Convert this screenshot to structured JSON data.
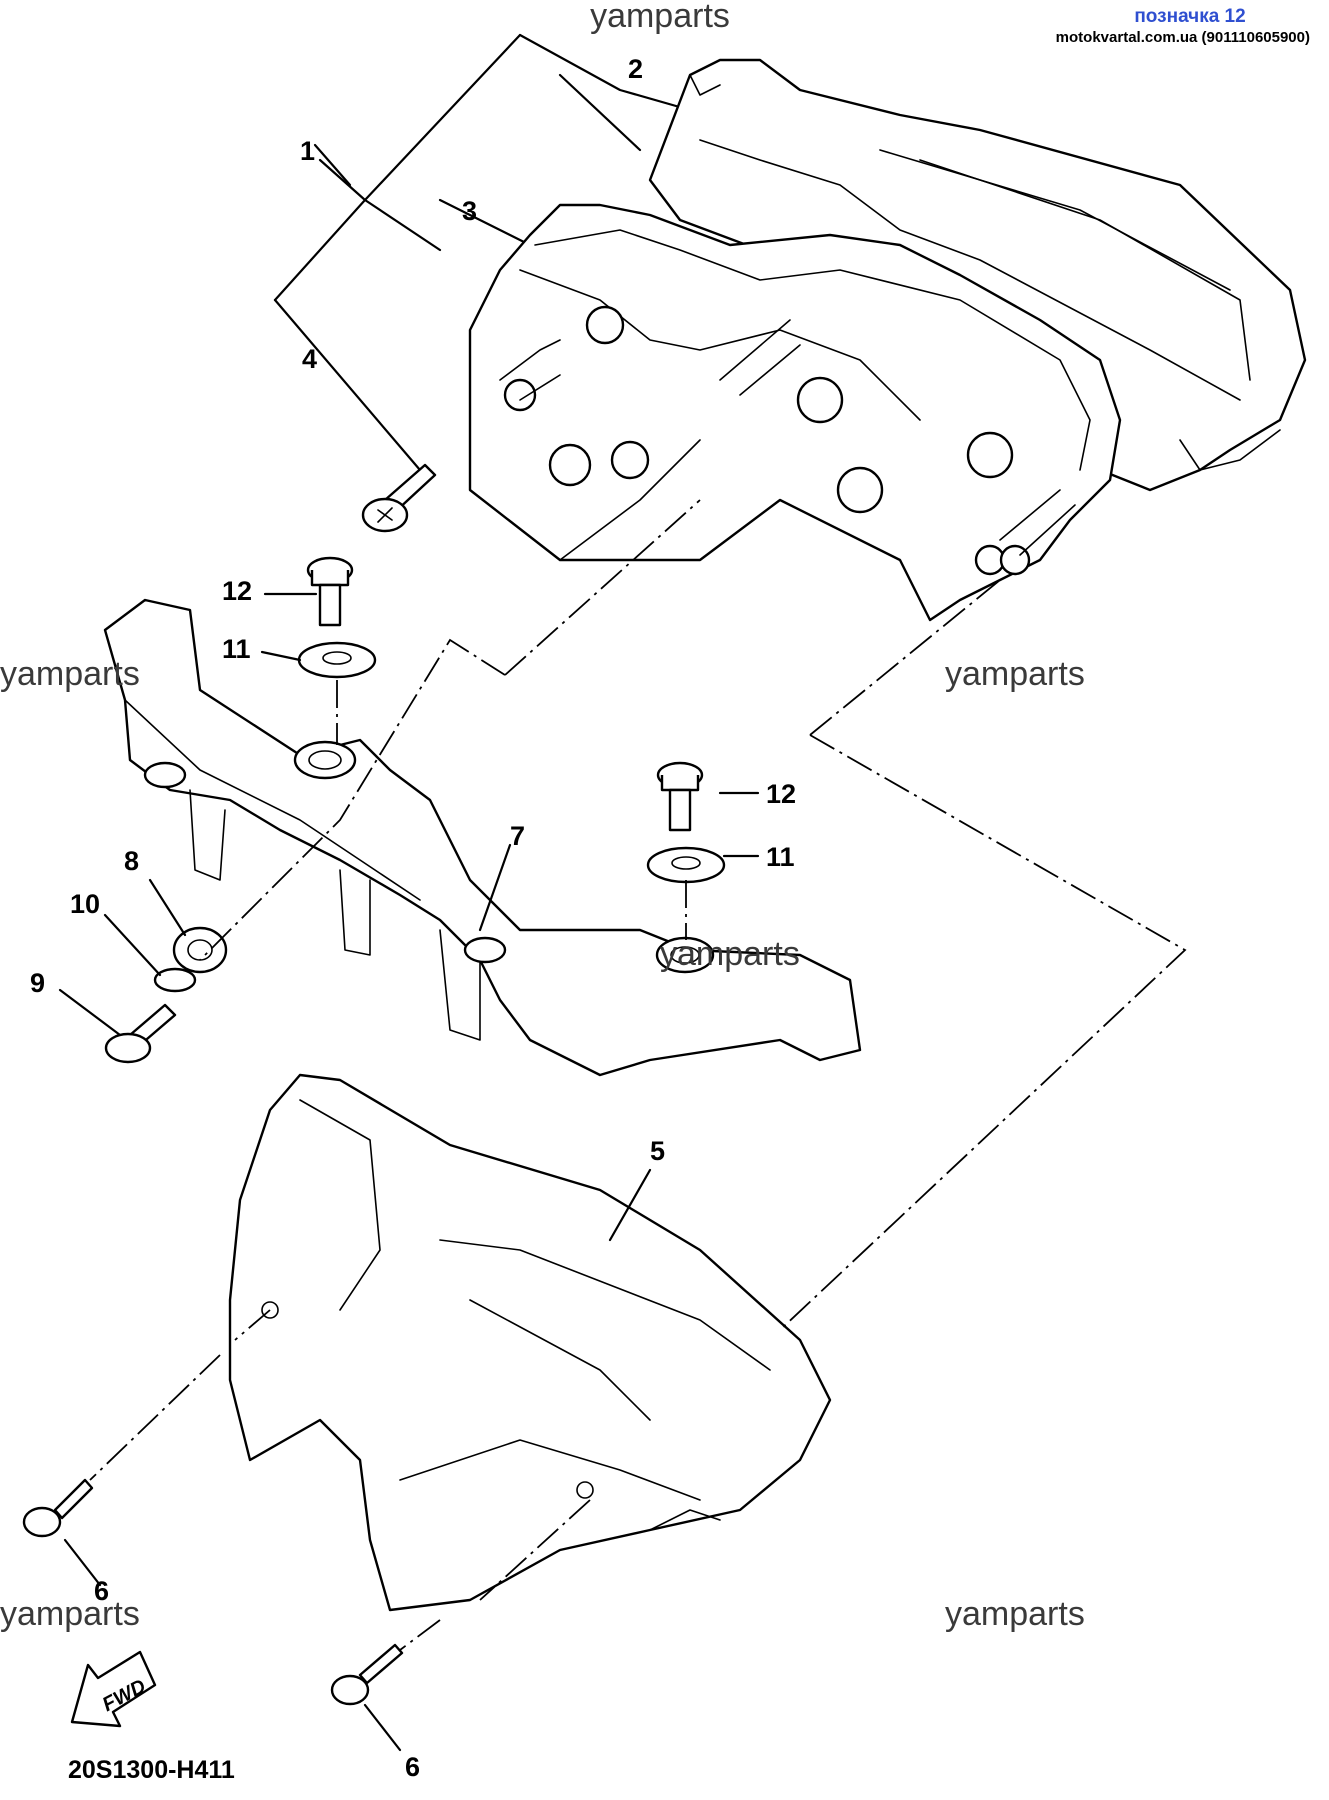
{
  "header": {
    "watermark_top": "yamparts",
    "note_label": "позначка 12",
    "site_contact": "motokvartal.com.ua (901110605900)"
  },
  "watermarks": [
    "yamparts",
    "yamparts",
    "yamparts",
    "yamparts",
    "yamparts",
    "yamparts"
  ],
  "part_labels": [
    "1",
    "2",
    "3",
    "4",
    "5",
    "6",
    "6",
    "7",
    "8",
    "9",
    "10",
    "11",
    "11",
    "12",
    "12"
  ],
  "fwd_label": "FWD",
  "diagram_code": "20S1300-H411"
}
